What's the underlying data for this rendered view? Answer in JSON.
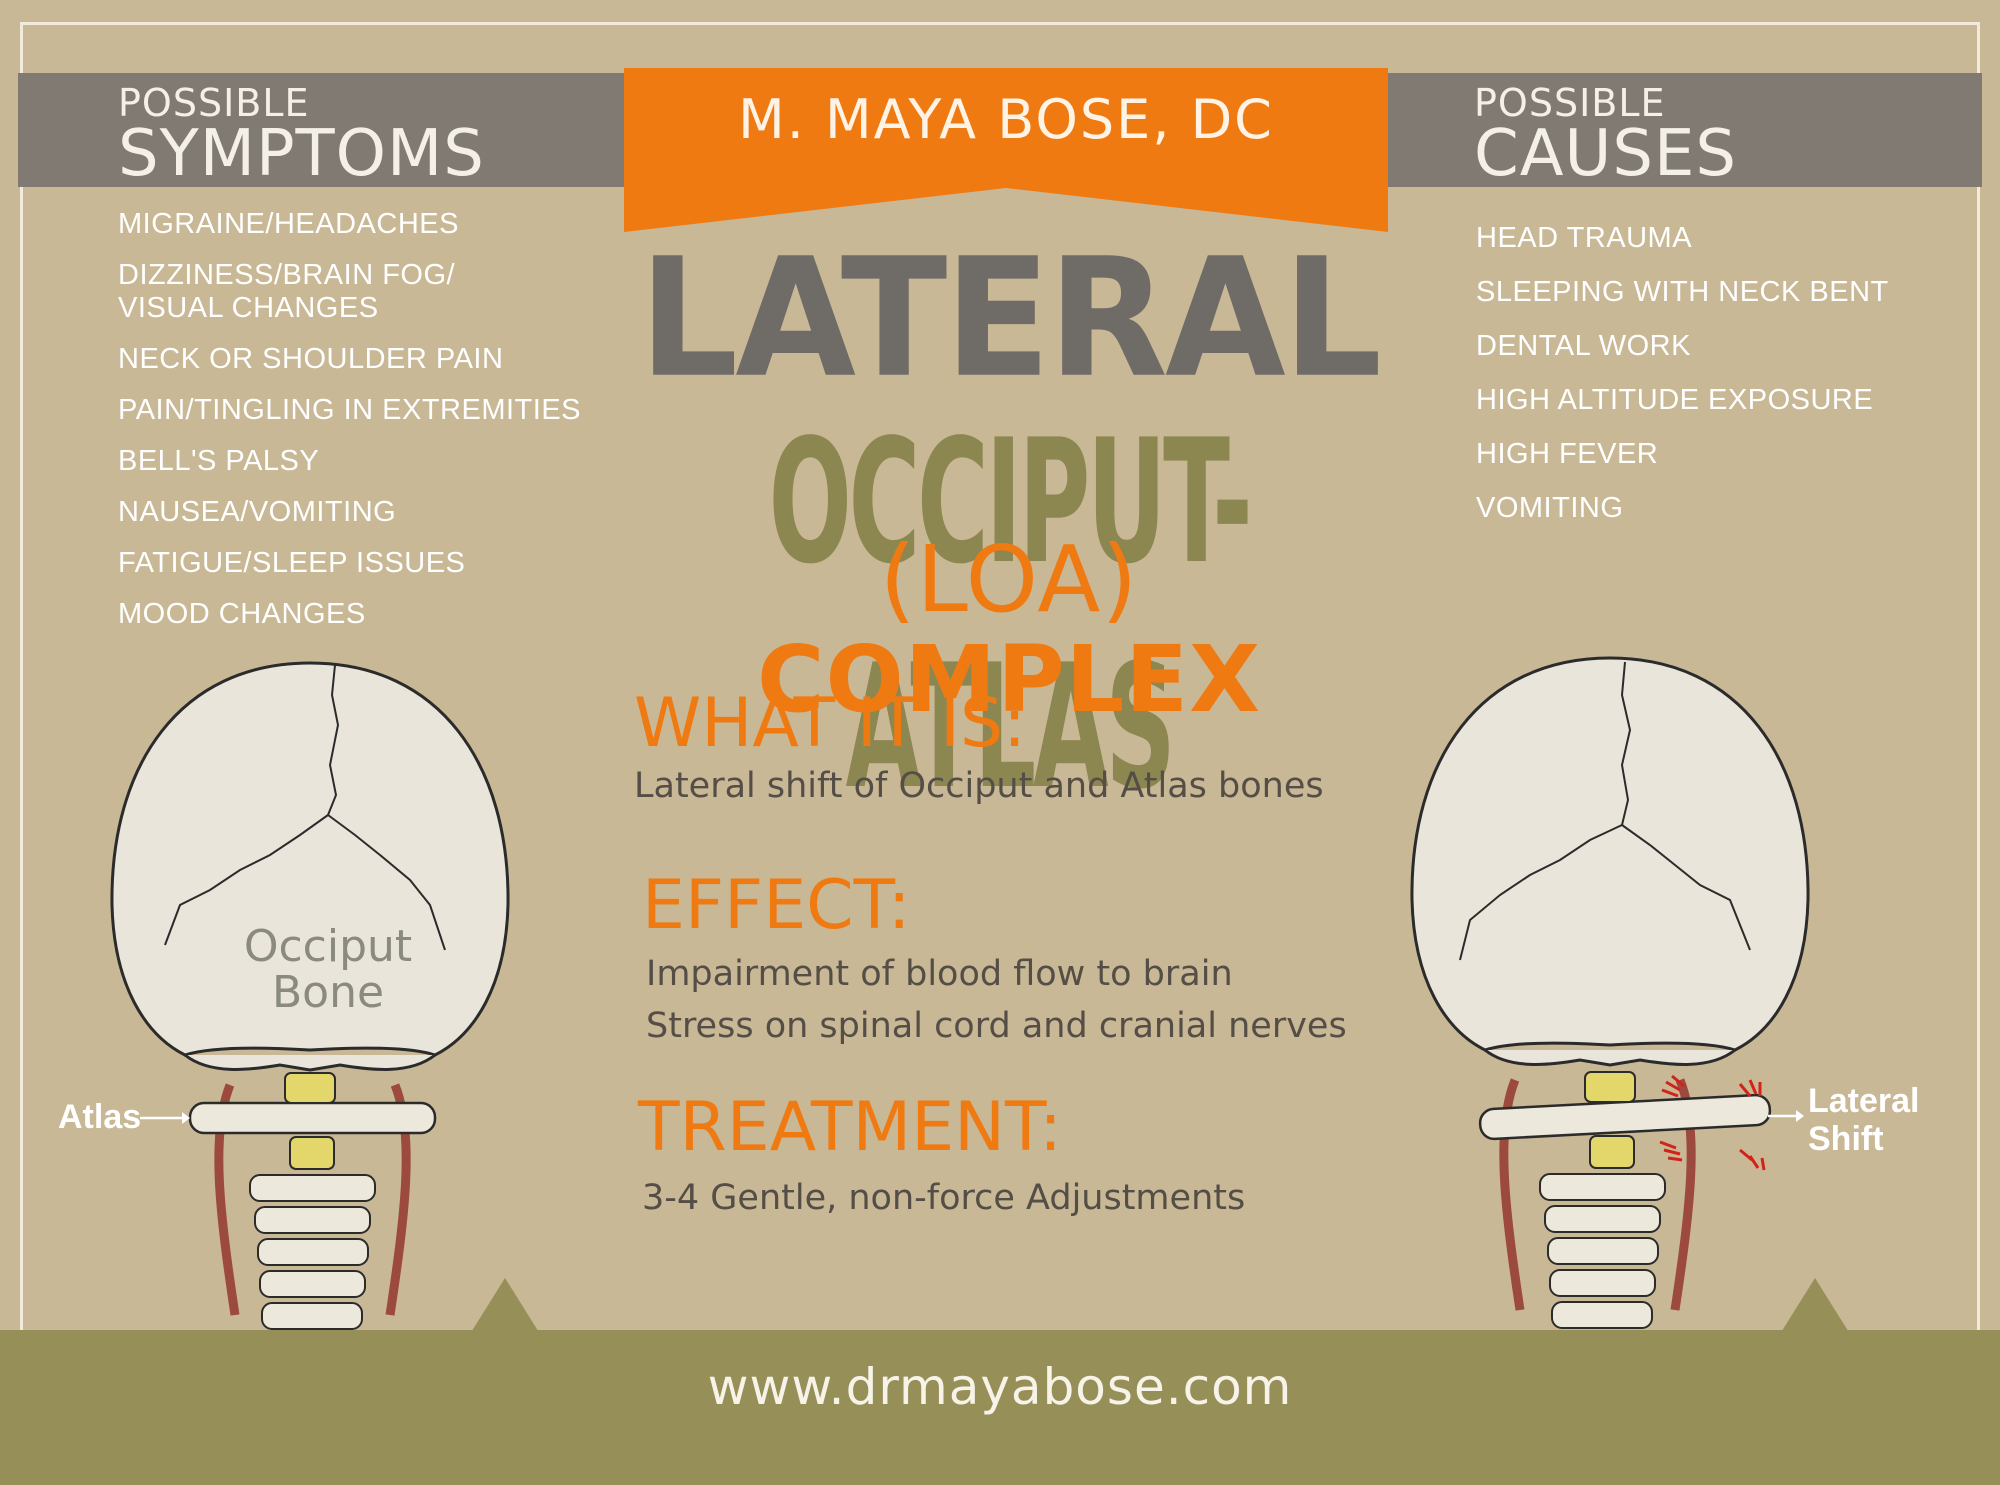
{
  "banner": {
    "title": "M. MAYA BOSE, DC"
  },
  "symptoms": {
    "heading_small": "POSSIBLE",
    "heading_big": "SYMPTOMS",
    "items": [
      "MIGRAINE/HEADACHES",
      "DIZZINESS/BRAIN FOG/",
      "VISUAL CHANGES",
      "NECK OR SHOULDER PAIN",
      "PAIN/TINGLING IN EXTREMITIES",
      "BELL'S PALSY",
      "NAUSEA/VOMITING",
      "FATIGUE/SLEEP ISSUES",
      "MOOD CHANGES"
    ]
  },
  "causes": {
    "heading_small": "POSSIBLE",
    "heading_big": "CAUSES",
    "items": [
      "HEAD TRAUMA",
      "SLEEPING WITH NECK BENT",
      "DENTAL WORK",
      "HIGH ALTITUDE EXPOSURE",
      "HIGH FEVER",
      "VOMITING"
    ]
  },
  "title": {
    "line1": "LATERAL",
    "line2": "OCCIPUT-ATLAS",
    "line3_a": "(LOA)",
    "line3_b": "COMPLEX"
  },
  "sections": {
    "what": {
      "heading": "WHAT IT IS:",
      "text": "Lateral shift of Occiput and Atlas bones"
    },
    "effect": {
      "heading": "EFFECT:",
      "line1": "Impairment of blood flow to brain",
      "line2": "Stress on spinal cord and cranial nerves"
    },
    "treatment": {
      "heading": "TREATMENT:",
      "text": "3-4 Gentle, non-force Adjustments"
    }
  },
  "illustration_left": {
    "bone_label_1": "Occiput",
    "bone_label_2": "Bone",
    "atlas_label": "Atlas"
  },
  "illustration_right": {
    "shift_label_1": "Lateral",
    "shift_label_2": "Shift"
  },
  "footer": {
    "url": "www.drmayabose.com"
  },
  "colors": {
    "background": "#c9b896",
    "band": "#807a72",
    "orange": "#f07a12",
    "olive": "#968f58",
    "title_gray": "#6f6b67",
    "title_olive": "#8c8751"
  }
}
